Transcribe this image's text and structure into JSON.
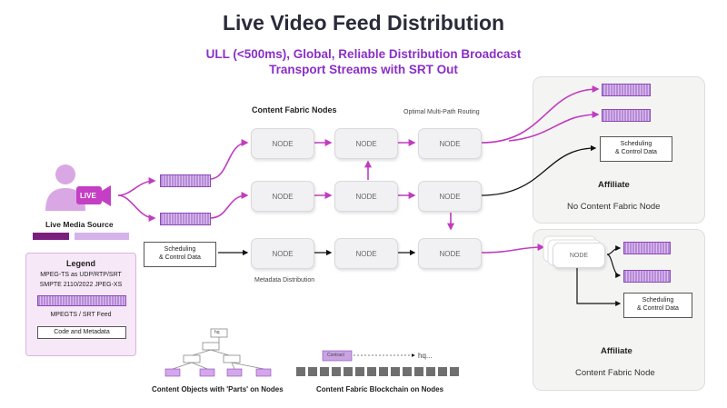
{
  "title": "Live Video Feed Distribution",
  "subtitle_line1": "ULL (<500ms), Global, Reliable Distribution Broadcast",
  "subtitle_line2": "Transport Streams with SRT Out",
  "labels": {
    "content_fabric_nodes": "Content Fabric Nodes",
    "optimal_routing": "Optimal Multi-Path Routing",
    "metadata_distribution": "Metadata Distribution",
    "live_media_source": "Live Media Source",
    "live_badge": "LIVE",
    "content_objects": "Content Objects with 'Parts' on Nodes",
    "blockchain": "Content Fabric Blockchain on Nodes",
    "contract": "Contract",
    "hq_small": "hq",
    "hq_arrow": "hq..."
  },
  "node_label": "NODE",
  "scheduling_box": {
    "line1": "Scheduling",
    "line2": "& Control Data"
  },
  "legend": {
    "title": "Legend",
    "line1": "MPEG-TS as UDP/RTP/SRT",
    "line2": "SMPTE 2110/2022 JPEG-XS",
    "feed": "MPEGTS / SRT Feed",
    "code_meta": "Code and Metadata"
  },
  "affiliate_top": {
    "title": "Affiliate",
    "subtitle": "No Content Fabric Node"
  },
  "affiliate_bottom": {
    "title": "Affiliate",
    "subtitle": "Content Fabric Node"
  },
  "colors": {
    "accent": "#c03cc0",
    "purple_text": "#8a2fc6",
    "stripe": "#b98bd9",
    "dark": "#2b2b3a",
    "arrow_black": "#111111"
  },
  "icons": [
    "person-icon",
    "video-camera-icon"
  ]
}
